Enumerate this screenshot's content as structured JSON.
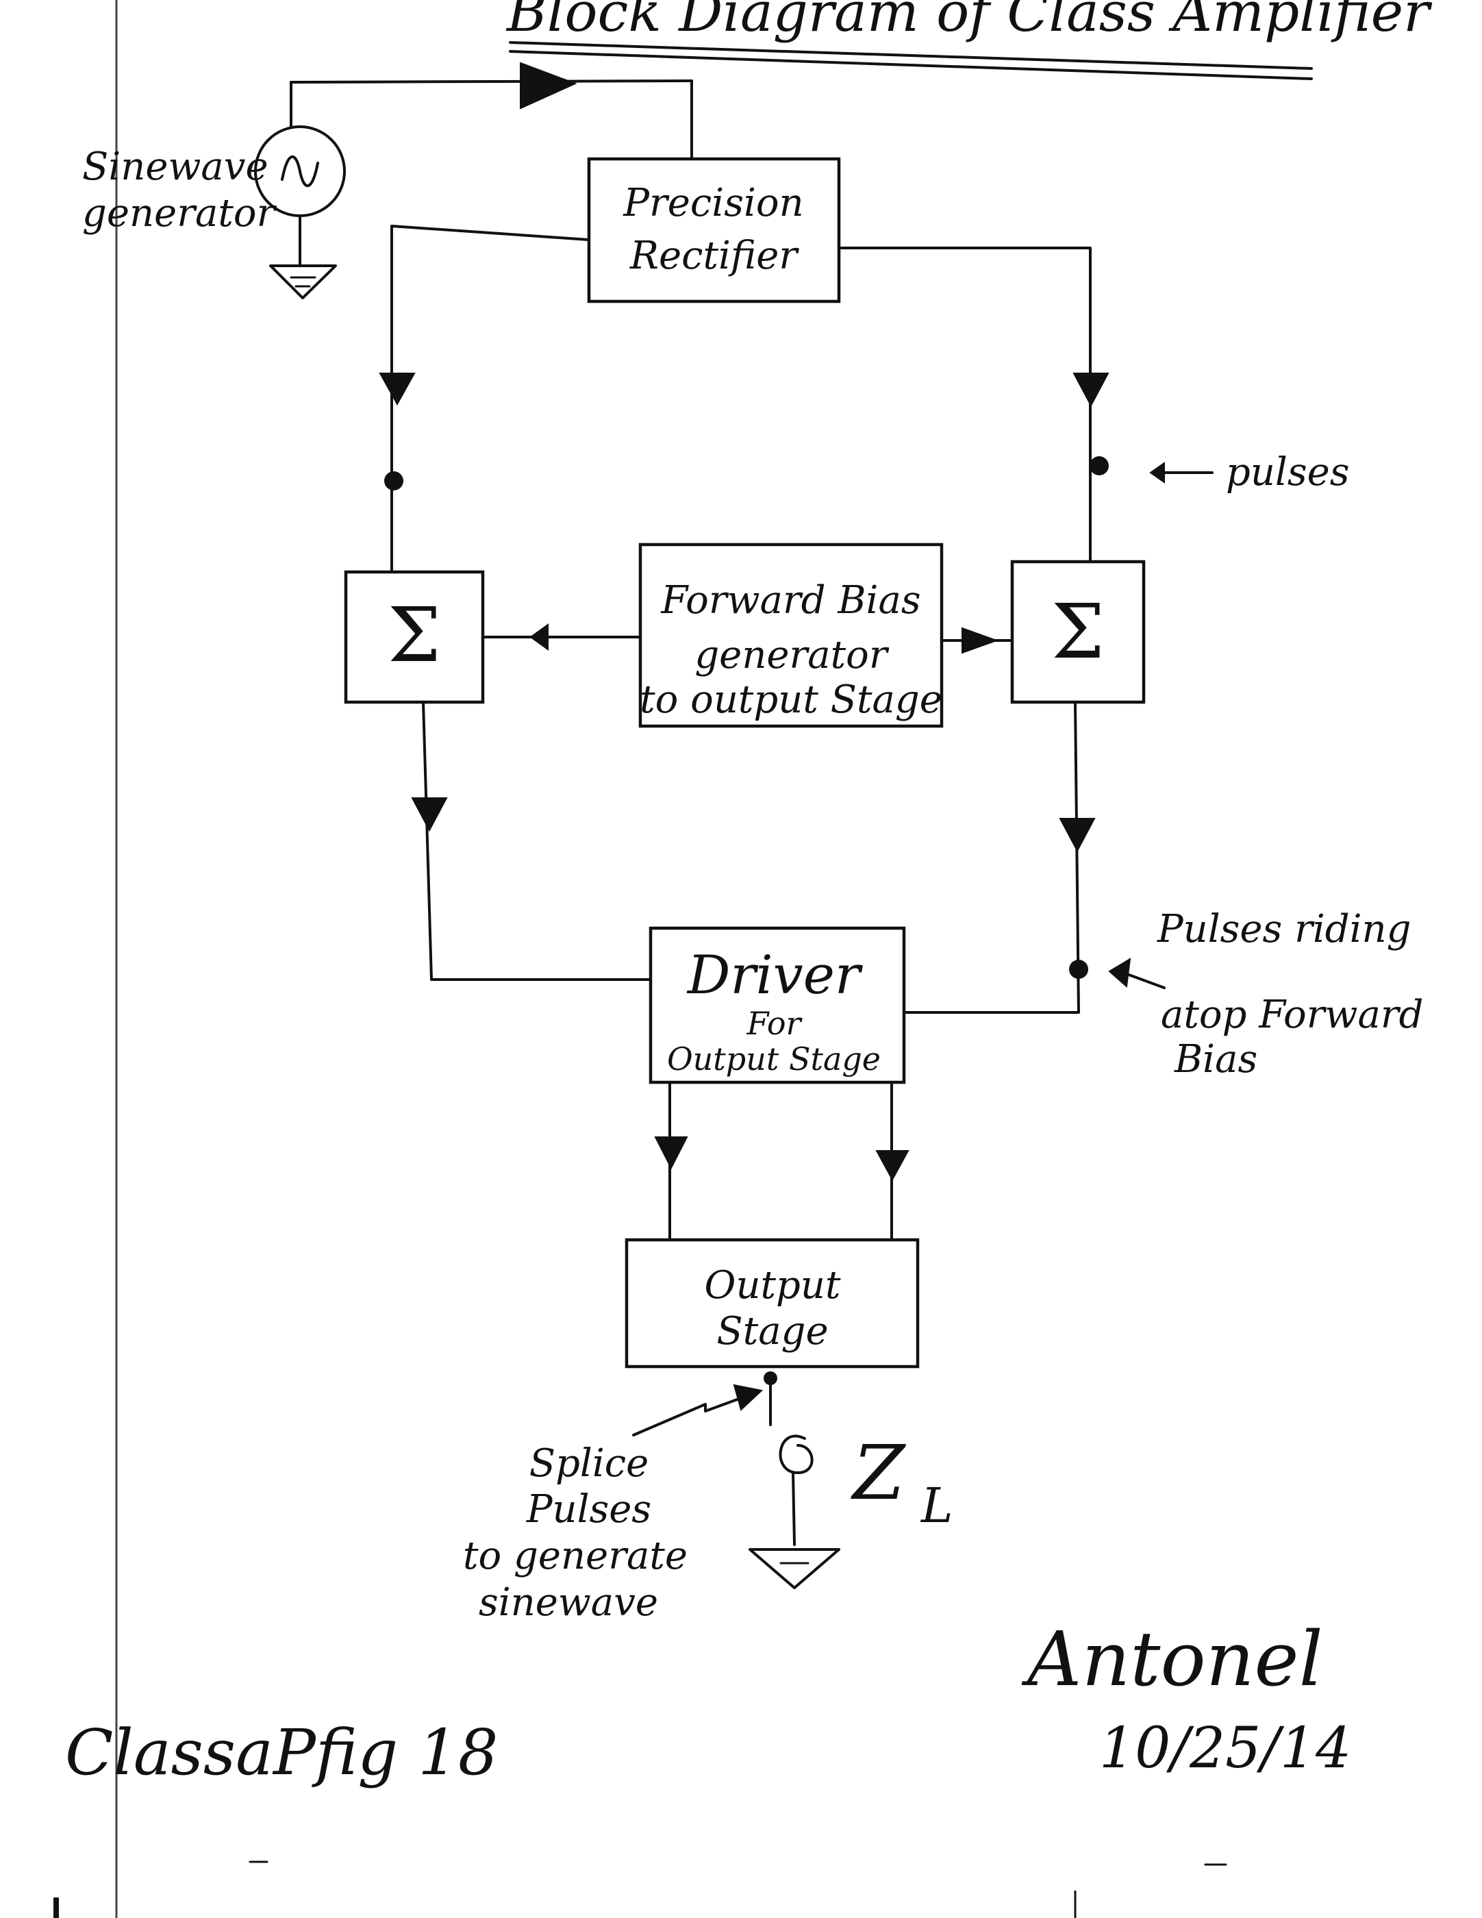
{
  "title": "Block Diagram of Class Amplifier",
  "blocks": {
    "precision_rectifier": {
      "line1": "Precision",
      "line2": "Rectifier"
    },
    "sum_left": {
      "symbol": "Σ"
    },
    "sum_right": {
      "symbol": "Σ"
    },
    "forward_bias": {
      "line1": "Forward Bias",
      "line2": "generator",
      "line3": "to output Stage"
    },
    "driver": {
      "line1": "Driver",
      "line2": "For",
      "line3": "Output Stage"
    },
    "output_stage": {
      "line1": "Output",
      "line2": "Stage"
    }
  },
  "source": {
    "label_line1": "Sinewave",
    "label_line2": "generator",
    "symbol": "~"
  },
  "annotations": {
    "pulses": "pulses",
    "pulses_riding_1": "Pulses riding",
    "pulses_riding_2": "atop Forward",
    "pulses_riding_3": "Bias",
    "splice_1": "Splice",
    "splice_2": "Pulses",
    "splice_3": "to generate",
    "splice_4": "sinewave"
  },
  "load": {
    "label": "Z",
    "subscript": "L"
  },
  "footer": {
    "figure_label": "ClassaPfig 18",
    "signature": "Antonel",
    "date": "10/25/14"
  }
}
